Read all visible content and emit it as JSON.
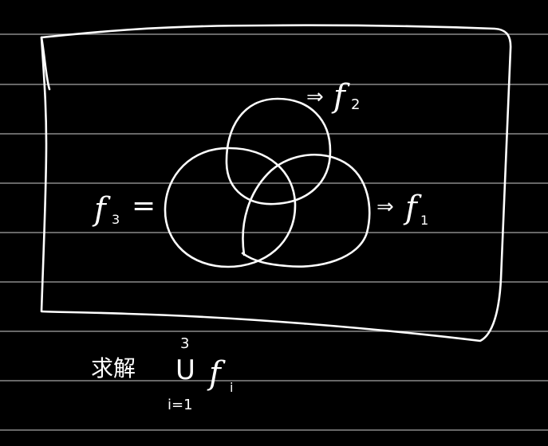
{
  "notes": {
    "rule_color": "#8a8a8a",
    "background_color": "#000000",
    "ink_color": "#ffffff"
  },
  "diagram": {
    "labels": {
      "f3_left": "f",
      "f3_sub": "3",
      "f3_eq": "=",
      "f2_arrow": "⇒",
      "f2": "f",
      "f2_sub": "2",
      "f1_arrow": "⇒",
      "f1": "f",
      "f1_sub": "1"
    }
  },
  "caption": {
    "prefix": "求解",
    "upper_limit": "3",
    "union_symbol": "U",
    "lower_limit": "i=1",
    "func": "f",
    "func_sub": "i"
  }
}
